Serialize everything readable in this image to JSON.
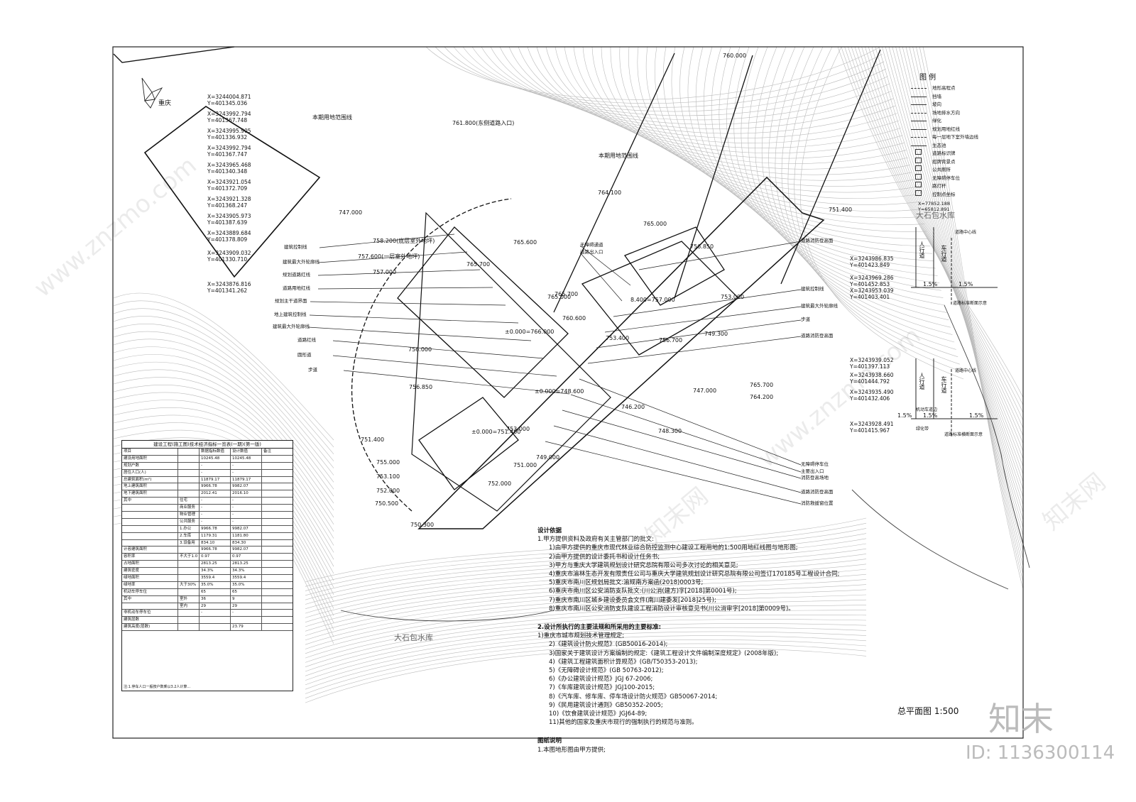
{
  "drawing": {
    "title_label": "总平面图 1:500",
    "city_label": "重庆",
    "reservoir_labels": [
      "大石包水库",
      "大石包水库"
    ],
    "line_labels": {
      "boundary_1": "本期用地范围线",
      "boundary_2": "本期用地范围线"
    },
    "callouts_left": [
      "建筑控制线",
      "建筑最大外轮廓线",
      "规划道路红线",
      "道路用地红线",
      "规划主干道界面",
      "地上建筑控制线",
      "建筑最大外轮廓线",
      "道路红线",
      "圆形道",
      "步道"
    ],
    "callouts_right": [
      "道路消防登高面",
      "无障碍通道",
      "道路出入口",
      "建筑控制线",
      "建筑最大外轮廓线",
      "步道",
      "道路消防登高面",
      "无障碍停车位",
      "主要出入口",
      "消防登高场地",
      "道路消防登高面",
      "消防救援窗位置"
    ],
    "elevations": [
      {
        "v": "761.800(东侧道路入口)"
      },
      {
        "v": "764.100"
      },
      {
        "v": "760.000"
      },
      {
        "v": "747.000"
      },
      {
        "v": "758.200(底层室外地坪)"
      },
      {
        "v": "757.600(一层室外地坪)"
      },
      {
        "v": "757.000"
      },
      {
        "v": "765.700"
      },
      {
        "v": "765.600"
      },
      {
        "v": "765.000"
      },
      {
        "v": "765.700"
      },
      {
        "v": "±0.000=766.000"
      },
      {
        "v": "756.000"
      },
      {
        "v": "756.850"
      },
      {
        "v": "751.400"
      },
      {
        "v": "755.000"
      },
      {
        "v": "753.100"
      },
      {
        "v": "752.000"
      },
      {
        "v": "750.500"
      },
      {
        "v": "750.300"
      },
      {
        "v": "752.000"
      },
      {
        "v": "751.000"
      },
      {
        "v": "753.000"
      },
      {
        "v": "749.000"
      },
      {
        "v": "±0.000=751.400"
      },
      {
        "v": "±0.000=748.600"
      },
      {
        "v": "746.200"
      },
      {
        "v": "748.300"
      },
      {
        "v": "747.000"
      },
      {
        "v": "765.700"
      },
      {
        "v": "764.200"
      },
      {
        "v": "756.700"
      },
      {
        "v": "753.400"
      },
      {
        "v": "749.300"
      },
      {
        "v": "753.000"
      },
      {
        "v": "751.400"
      },
      {
        "v": "756.850"
      },
      {
        "v": "760.600"
      },
      {
        "v": "765.000"
      },
      {
        "v": "8.400=757.000"
      }
    ],
    "coords_left": [
      {
        "x": "X=3244004.871",
        "y": "Y=401345.036"
      },
      {
        "x": "X=3243992.794",
        "y": "Y=401367.748"
      },
      {
        "x": "X=3243995.905",
        "y": "Y=401336.932"
      },
      {
        "x": "X=3243992.794",
        "y": "Y=401367.747"
      },
      {
        "x": "X=3243965.468",
        "y": "Y=401340.348"
      },
      {
        "x": "X=3243921.054",
        "y": "Y=401372.709"
      },
      {
        "x": "X=3243921.328",
        "y": "Y=401368.247"
      },
      {
        "x": "X=3243905.973",
        "y": "Y=401387.639"
      },
      {
        "x": "X=3243889.684",
        "y": "Y=401378.809"
      },
      {
        "x": "X=3243909.032",
        "y": "Y=401330.710"
      },
      {
        "x": "X=3243876.816",
        "y": "Y=401341.262"
      }
    ],
    "coords_right": [
      {
        "x": "X=3243986.835",
        "y": "Y=401423.849"
      },
      {
        "x": "X=3243969.286",
        "y": "Y=401452.853"
      },
      {
        "x": "X=3243953.039",
        "y": "Y=401403.401"
      },
      {
        "x": "X=3243939.052",
        "y": "Y=401397.113"
      },
      {
        "x": "X=3243938.660",
        "y": "Y=401444.792"
      },
      {
        "x": "X=3243935.490",
        "y": "Y=401432.406"
      },
      {
        "x": "X=3243928.491",
        "y": "Y=401415.967"
      }
    ]
  },
  "legend": {
    "title": "图 例",
    "items": [
      "地形高程点",
      "挡墙",
      "坡向",
      "场地排水方向",
      "绿化",
      "规划用地红线",
      "每一层地下室外墙边线",
      "生态池",
      "道路标识牌",
      "招牌背景点",
      "公共厕所",
      "无障碍停车位",
      "路灯杆",
      "控制点坐标"
    ],
    "control_point": [
      "X=77852.188",
      "Y=65812.891"
    ]
  },
  "road_sections": [
    {
      "labels": [
        "人行道",
        "车行道",
        "道路中心线"
      ],
      "slopes": [
        "1.5%",
        "1.5%"
      ],
      "note": "道路标准断面示意"
    },
    {
      "labels": [
        "人行道",
        "车行道",
        "道路中心线",
        "机动车道边",
        "绿化带"
      ],
      "slopes": [
        "1.5%",
        "1.5%",
        "1.5%"
      ],
      "note": "道路标准横断面示意"
    }
  ],
  "table": {
    "title": "建设工程(施工图)技术经济指标一览表(一期)(第一版)",
    "header": [
      "项目",
      "",
      "数据指标数值",
      "设计数值",
      "备注"
    ],
    "rows": [
      [
        "建设用地面积",
        "",
        "10245.48",
        "10245.48",
        ""
      ],
      [
        "规划户数",
        "",
        "-",
        "-",
        ""
      ],
      [
        "居住人口(人)",
        "",
        "-",
        "-",
        ""
      ],
      [
        "总建筑面积(m²)",
        "",
        "11879.17",
        "11879.17",
        ""
      ],
      [
        "地上建筑面积",
        "",
        "9966.78",
        "9982.07",
        ""
      ],
      [
        "地下建筑面积",
        "",
        "2012.41",
        "2016.10",
        ""
      ],
      [
        "其中",
        "住宅",
        "-",
        "-",
        ""
      ],
      [
        "",
        "商业服务网点",
        "-",
        "-",
        ""
      ],
      [
        "",
        "物业管理用房",
        "-",
        "-",
        ""
      ],
      [
        "",
        "公共服务用房",
        "-",
        "-",
        ""
      ],
      [
        "",
        "1.办公",
        "9966.78",
        "9982.07",
        ""
      ],
      [
        "",
        "2.车库",
        "1179.31",
        "1181.80",
        ""
      ],
      [
        "",
        "3.设备用房",
        "834.10",
        "834.30",
        ""
      ],
      [
        "计容建筑面积",
        "",
        "9966.78",
        "9982.07",
        ""
      ],
      [
        "容积率",
        "不大于1.0",
        "0.97",
        "0.97",
        ""
      ],
      [
        "占地面积",
        "",
        "2813.25",
        "2813.25",
        ""
      ],
      [
        "建筑密度",
        "",
        "34.3%",
        "34.3%",
        ""
      ],
      [
        "绿地面积",
        "",
        "3559.4",
        "3559.4",
        ""
      ],
      [
        "绿地率",
        "大于30%",
        "35.0%",
        "35.0%",
        ""
      ],
      [
        "机动车停车位",
        "",
        "65",
        "65",
        ""
      ],
      [
        "其中",
        "室外",
        "36",
        "9",
        ""
      ],
      [
        "",
        "室内",
        "29",
        "29",
        ""
      ],
      [
        "非机动车停车位",
        "",
        "-",
        "-",
        ""
      ],
      [
        "建筑层数",
        "",
        "",
        "",
        ""
      ],
      [
        "建筑高度(层数)",
        "",
        "",
        "23.79",
        ""
      ]
    ],
    "footnote": "注:1.停车人口一般按户数乘以3.2人计算..."
  },
  "notes": {
    "heading1": "设计依据",
    "lines1": [
      "1.甲方提供资料及政府有关主管部门的批文:",
      "1)由甲方提供的重庆市现代林业综合防控监测中心建设工程用地的1:500用地红线图与地形图;",
      "2)由甲方提供的设计委托书和设计任务书;",
      "3)甲方与重庆大学建筑规划设计研究总院有限公司多次讨论的相关意见;",
      "4)重庆市渝林生态开发有限责任公司与重庆大学建筑规划设计研究总院有限公司签订170185号工程设计合同;",
      "5)重庆市南川区规划局批文:渝规南方案函(2018)0003号;",
      "6)重庆市南川区公安消防支队批文:(川公消(建方)字[2018]第0001号);",
      "7)重庆市南川区城乡建设委员会文件(南川建委发[2018]25号);",
      "8)重庆市南川区公安消防支队建设工程消防设计审核意见书(川公消审字[2018]第0009号)。"
    ],
    "heading2": "2.设计所执行的主要法规和所采用的主要标准:",
    "lines2": [
      "1)重庆市城市规划技术管理规定;",
      "2)《建筑设计防火规范》(GB50016-2014);",
      "3)国家关于建筑设计方案编制的规定:《建筑工程设计文件编制深度规定》(2008年版);",
      "4)《建筑工程建筑面积计算规范》(GB/T50353-2013);",
      "5)《无障碍设计规范》(GB 50763-2012);",
      "6)《办公建筑设计规范》JGJ 67-2006;",
      "7)《车库建筑设计规范》JGJ100-2015;",
      "8)《汽车库、修车库、停车场设计防火规范》GB50067-2014;",
      "9)《民用建筑设计通则》GB50352-2005;",
      "10)《饮食建筑设计规范》JGJ64-89;",
      "11)其他的国家及重庆市现行的强制执行的规范与准则。"
    ],
    "heading3": "图纸说明",
    "lines3": [
      "1.本图地形图由甲方提供;"
    ]
  },
  "watermark": {
    "site": "www.znzmo.com",
    "brand_cn": "知末网",
    "logo": "知末",
    "id_text": "ID: 1136300114"
  }
}
